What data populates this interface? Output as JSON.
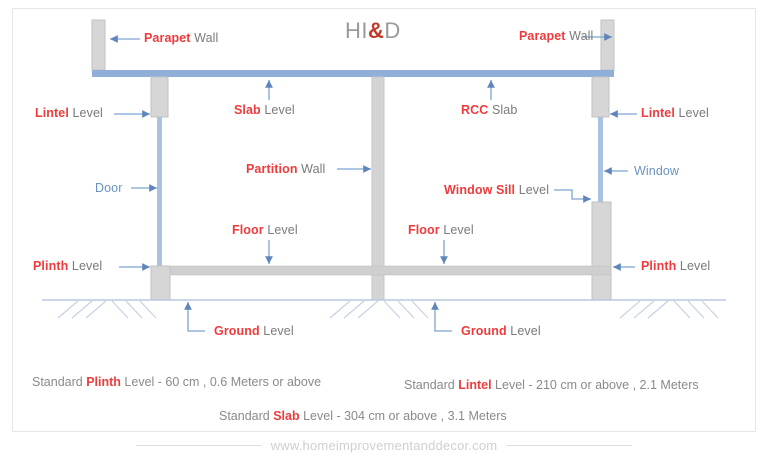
{
  "page": {
    "title_prefix": "HI",
    "title_amp": "&",
    "title_suffix": "D"
  },
  "colors": {
    "accent_red": "#ef3b3b",
    "label_gray": "#7a7a7a",
    "arrow_blue": "#7ca3d4",
    "slab_blue": "#8faed8",
    "wall_gray": "#d4d4d4",
    "ground_line": "#b9c8dd",
    "footer_gray": "#cfcfcf"
  },
  "labels": {
    "parapet_wall_left": {
      "red": "Parapet",
      "gray": " Wall"
    },
    "parapet_wall_right": {
      "red": "Parapet",
      "gray": " Wall"
    },
    "lintel_level_left": {
      "red": "Lintel",
      "gray": " Level"
    },
    "lintel_level_right": {
      "red": "Lintel",
      "gray": " Level"
    },
    "slab_level": {
      "red": "Slab",
      "gray": " Level"
    },
    "rcc_slab": {
      "red": "RCC",
      "gray": " Slab"
    },
    "partition_wall": {
      "red": "Partition",
      "gray": " Wall"
    },
    "window_sill_level": {
      "red": "Window Sill",
      "gray": " Level"
    },
    "door": {
      "blue": "Door"
    },
    "window": {
      "blue": "Window"
    },
    "floor_level_left": {
      "red": "Floor",
      "gray": " Level"
    },
    "floor_level_right": {
      "red": "Floor",
      "gray": " Level"
    },
    "plinth_level_left": {
      "red": "Plinth",
      "gray": " Level"
    },
    "plinth_level_right": {
      "red": "Plinth",
      "gray": " Level"
    },
    "ground_level_left": {
      "red": "Ground",
      "gray": " Level"
    },
    "ground_level_right": {
      "red": "Ground",
      "gray": " Level"
    }
  },
  "notes": {
    "plinth": {
      "pre": "Standard ",
      "key": "Plinth",
      "post": " Level  -   60 cm , 0.6 Meters  or above"
    },
    "lintel": {
      "pre": "Standard ",
      "key": "Lintel",
      "post": " Level  -   210 cm or above , 2.1 Meters"
    },
    "slab": {
      "pre": "Standard ",
      "key": "Slab",
      "post": " Level  -   304 cm or above , 3.1 Meters"
    }
  },
  "footer": {
    "url": "www.homeimprovementanddecor.com"
  }
}
